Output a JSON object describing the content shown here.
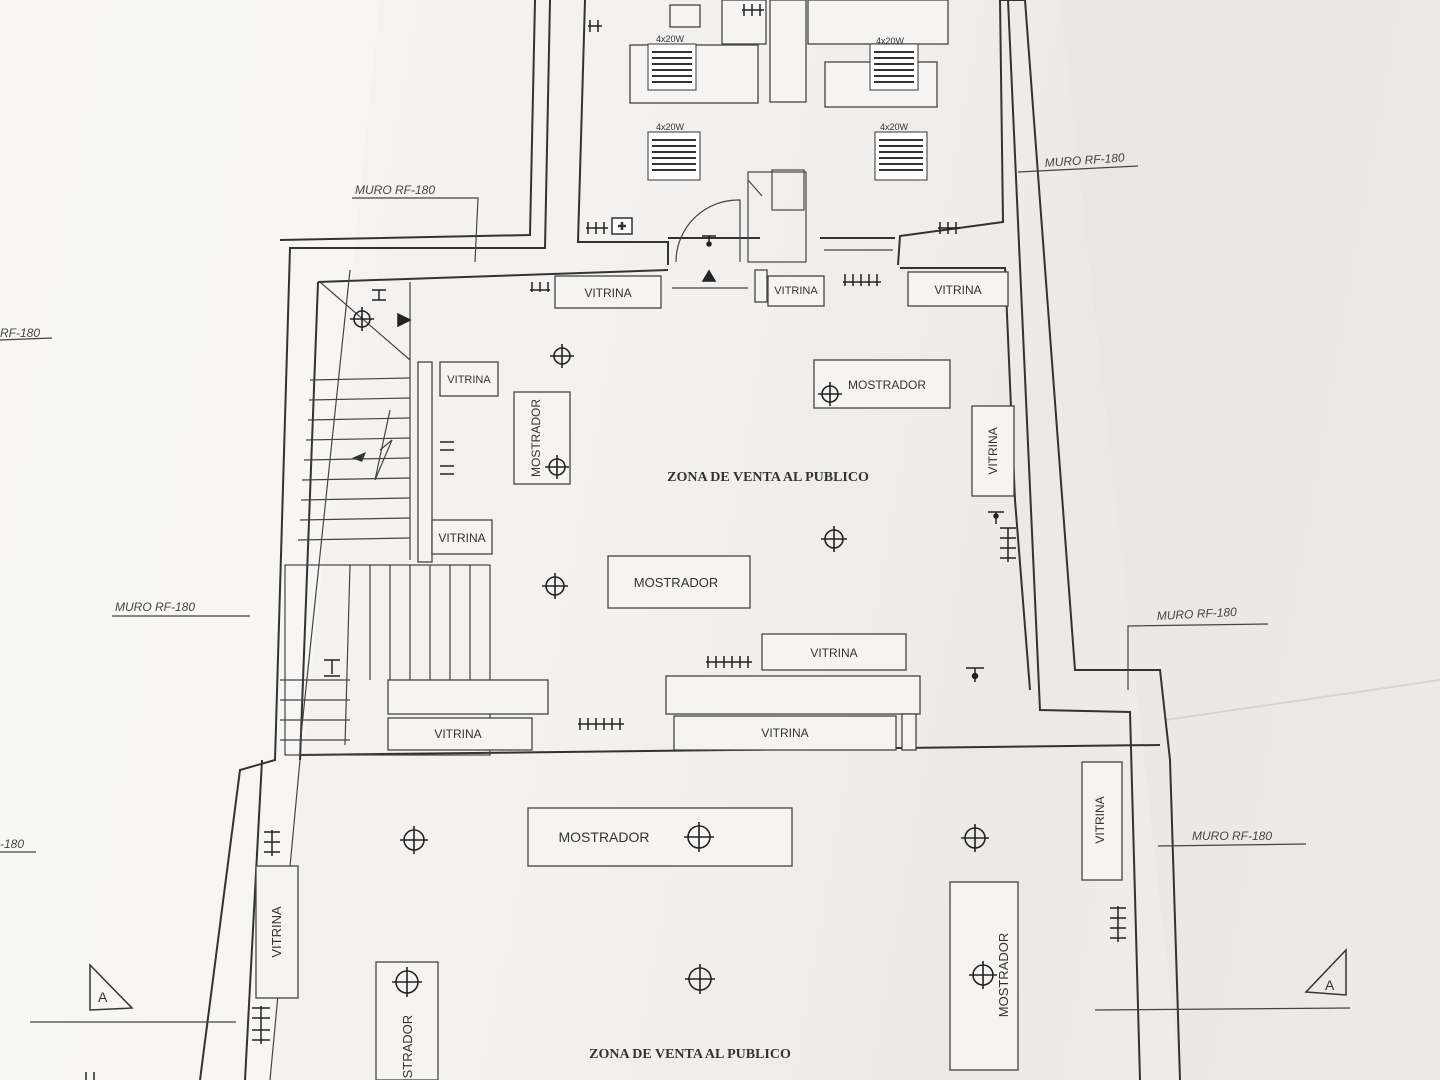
{
  "labels": {
    "vitrina": "VITRINA",
    "mostrador": "MOSTRADOR",
    "zona_venta": "ZONA DE VENTA AL PUBLICO",
    "muro": "MURO RF-180",
    "muro_partial_left": "RF-180",
    "muro_partial_left2": "-180",
    "lamp": "4x20W",
    "section_marker": "A",
    "cut_text_bottom_left": "ISTRADOR"
  }
}
